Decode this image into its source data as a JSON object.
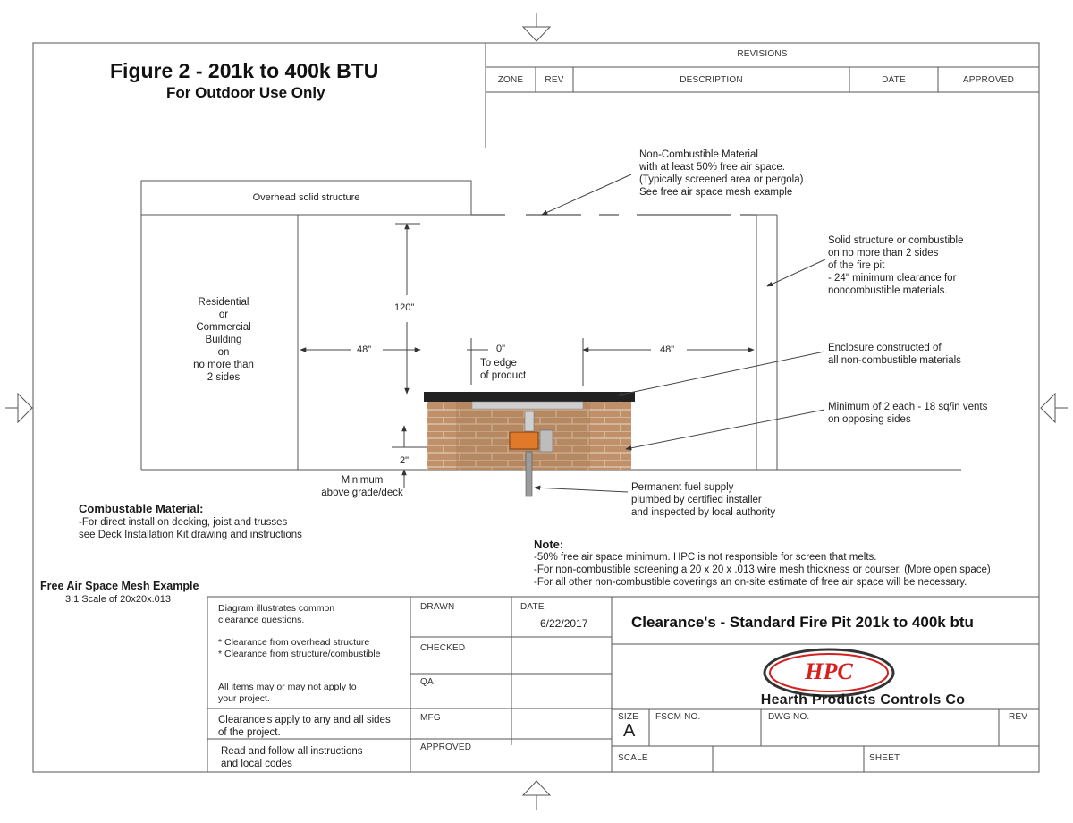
{
  "title": {
    "main": "Figure 2 - 201k to 400k BTU",
    "sub": "For Outdoor Use Only"
  },
  "revisions": {
    "header": "REVISIONS",
    "columns": [
      "ZONE",
      "REV",
      "DESCRIPTION",
      "DATE",
      "APPROVED"
    ]
  },
  "diagram": {
    "overhead_label": "Overhead solid structure",
    "building_label": [
      "Residential",
      "or",
      "Commercial",
      "Building",
      "on",
      "no more than",
      "2 sides"
    ],
    "dim_120": "120\"",
    "dim_48_left": "48\"",
    "dim_0": "0\"",
    "dim_0_note": [
      "To edge",
      "of product"
    ],
    "dim_48_right": "48\"",
    "dim_2": "2\"",
    "minimum_label": [
      "Minimum",
      "above grade/deck"
    ],
    "non_combustible_note": [
      "Non-Combustible Material",
      "with at least 50% free air space.",
      "(Typically screened area or pergola)",
      "See free air space mesh example"
    ],
    "solid_structure_note": [
      "Solid structure or combustible",
      "on no more than 2 sides",
      "of the fire pit",
      "- 24\" minimum clearance for",
      "noncombustible materials."
    ],
    "enclosure_note": [
      "Enclosure constructed of",
      "all non-combustible materials"
    ],
    "vents_note": [
      "Minimum of 2 each - 18 sq/in vents",
      "on opposing sides"
    ],
    "fuel_note": [
      "Permanent fuel supply",
      "plumbed by certified installer",
      "and inspected by local authority"
    ]
  },
  "combustible": {
    "heading": "Combustable Material:",
    "lines": [
      "-For direct install on decking, joist and trusses",
      "see Deck Installation Kit drawing and instructions"
    ]
  },
  "note": {
    "heading": "Note:",
    "lines": [
      "-50% free air space minimum. HPC is not responsible for screen that melts.",
      "-For non-combustible screening a 20 x 20 x .013 wire mesh thickness or courser. (More open space)",
      "-For all other non-combustible coverings an on-site estimate of free air space will be necessary."
    ]
  },
  "mesh": {
    "heading": "Free Air Space Mesh Example",
    "scale": "3:1 Scale of 20x20x.013"
  },
  "title_block": {
    "desc1": [
      "Diagram illustrates common",
      "clearance questions."
    ],
    "desc2": [
      "* Clearance from overhead structure",
      "* Clearance from structure/combustible"
    ],
    "desc3": [
      "All items may or may not apply to",
      "your project."
    ],
    "desc4": [
      "Clearance's apply to any and all sides",
      "of the project."
    ],
    "desc5": [
      "Read and follow all instructions",
      "and local codes"
    ],
    "drawn": "DRAWN",
    "date_label": "DATE",
    "date_value": "6/22/2017",
    "checked": "CHECKED",
    "qa": "QA",
    "mfg": "MFG",
    "approved": "APPROVED",
    "drawing_title": "Clearance's - Standard Fire Pit 201k to 400k btu",
    "logo_badge": "HPC",
    "company": "Hearth Products Controls Co",
    "size_label": "SIZE",
    "size_value": "A",
    "fscm_label": "FSCM NO.",
    "dwg_label": "DWG NO.",
    "rev_label": "REV",
    "scale_label": "SCALE",
    "sheet_label": "SHEET"
  },
  "colors": {
    "line": "#4a4a4a",
    "brick": "#b88a63",
    "brick_mortar": "#d9c4ad",
    "cap": "#222222",
    "burner": "#e07a2a",
    "logo_red": "#d61f1f"
  }
}
